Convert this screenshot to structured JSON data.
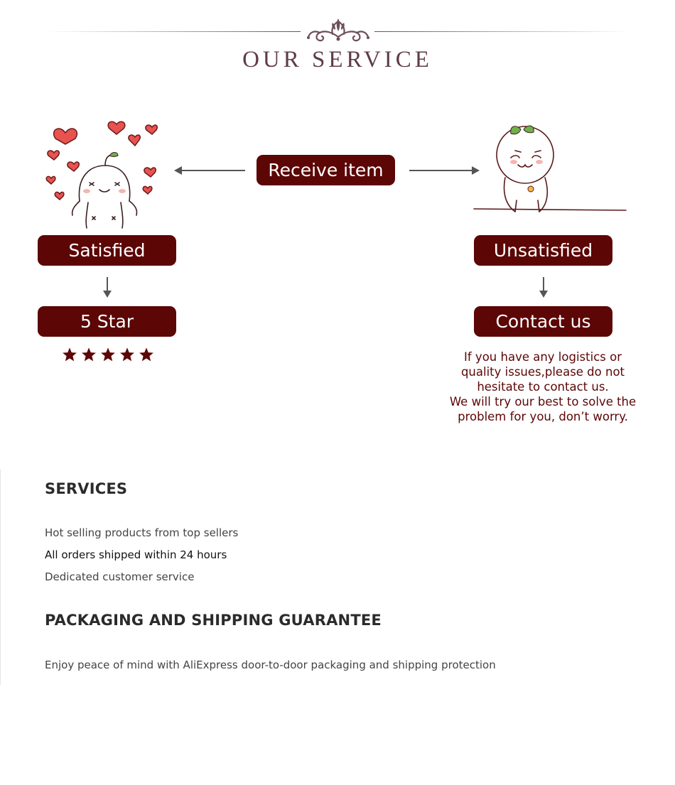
{
  "header": {
    "title": "OUR SERVICE"
  },
  "flow": {
    "receive": "Receive item",
    "satisfied": "Satisfied",
    "five_star": "5 Star",
    "unsatisfied": "Unsatisfied",
    "contact": "Contact us",
    "star_rating": 5,
    "contact_text_1": "If you have any logistics or quality issues,please do not hesitate to contact us.",
    "contact_text_2": "We will try our best to solve the problem for you, don’t worry."
  },
  "services": {
    "heading": "SERVICES",
    "items": [
      "Hot selling products from top sellers",
      "All orders shipped within 24 hours",
      "Dedicated customer service"
    ]
  },
  "guarantee": {
    "heading": "PACKAGING AND SHIPPING GUARANTEE",
    "text": "Enjoy peace of mind with AliExpress door-to-door packaging and shipping protection"
  },
  "colors": {
    "accent": "#5c0606",
    "title": "#5e3c47"
  },
  "icons": [
    "ornament-icon",
    "happy-mascot-icon",
    "sad-mascot-icon",
    "star-icon",
    "arrow-left-icon",
    "arrow-right-icon",
    "arrow-down-icon"
  ]
}
